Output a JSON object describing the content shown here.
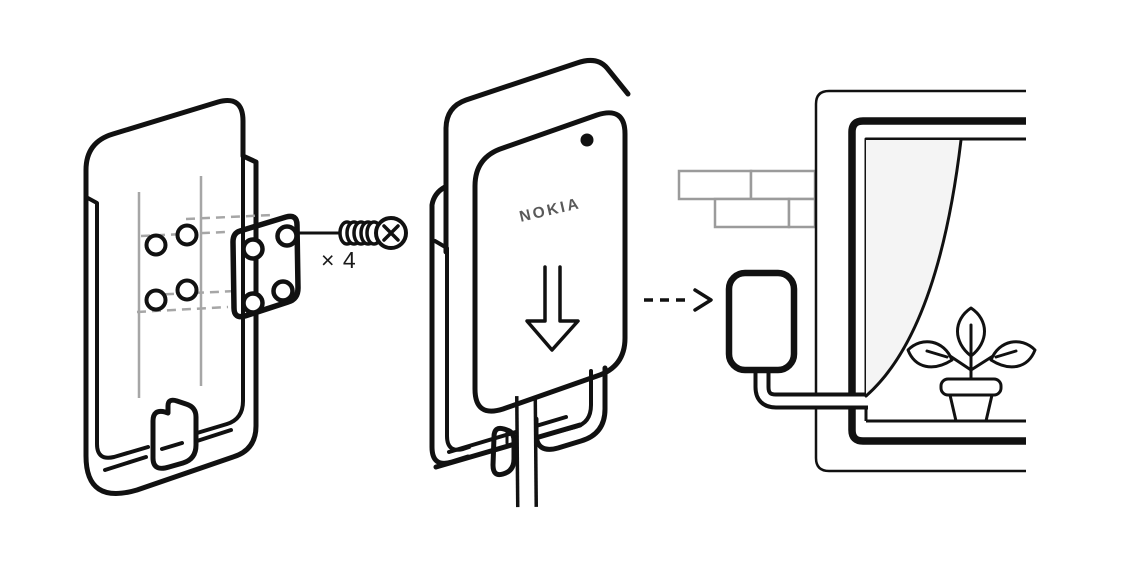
{
  "diagram": {
    "type": "installation-instructions",
    "labels": {
      "brand": "NOKIA",
      "screw_count": "× 4"
    },
    "colors": {
      "line": "#111111",
      "label": "#1a1a1a",
      "brand_gray": "#595959",
      "guide_gray": "#a6a6a6",
      "brick_gray": "#9b9b9b",
      "curtain_fill": "#f4f4f4",
      "background": "#ffffff"
    },
    "figures": {
      "bracket_step": [
        "wall-mount-bracket",
        "drill-guide-lines",
        "screw-holes",
        "mounting-plate",
        "screw",
        "screw-count-label"
      ],
      "device_step": [
        "nokia-device",
        "status-led",
        "nokia-logo",
        "slide-down-arrow",
        "mounting-bracket-behind",
        "device-cable"
      ],
      "connector": [
        "dashed-arrow"
      ],
      "window_scene": [
        "brick-wall",
        "window-outer-frame",
        "window-inner-frame",
        "window-opening",
        "curtain",
        "installed-device",
        "routed-cable",
        "potted-plant"
      ]
    }
  }
}
